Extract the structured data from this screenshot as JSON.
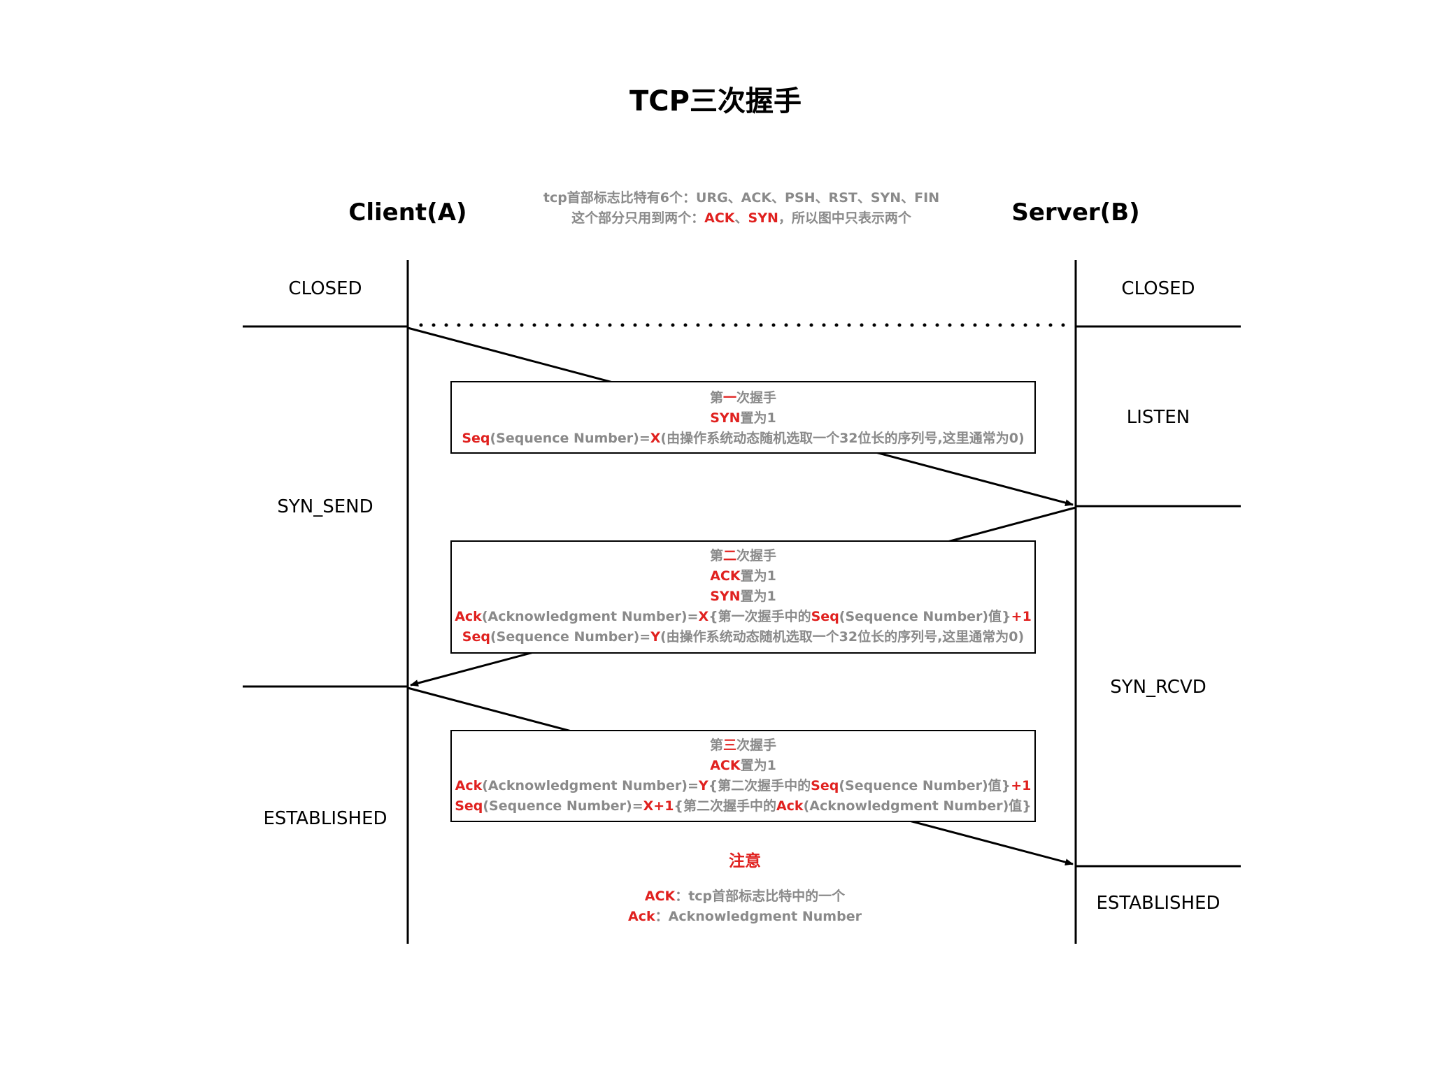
{
  "title": "TCP三次握手",
  "client": {
    "label": "Client(A)"
  },
  "server": {
    "label": "Server(B)"
  },
  "flags_note": {
    "line1": "tcp首部标志比特有6个：URG、ACK、PSH、RST、SYN、FIN",
    "line2_prefix": "这个部分只用到两个：",
    "line2_ack": "ACK",
    "line2_sep": "、",
    "line2_syn": "SYN",
    "line2_suffix": "，所以图中只表示两个"
  },
  "client_states": {
    "closed": "CLOSED",
    "syn_send": "SYN_SEND",
    "established": "ESTABLISHED"
  },
  "server_states": {
    "closed": "CLOSED",
    "listen": "LISTEN",
    "syn_rcvd": "SYN_RCVD",
    "established": "ESTABLISHED"
  },
  "handshake1": {
    "title_a": "第",
    "title_b": "一",
    "title_c": "次握手",
    "l1_a": "SYN",
    "l1_b": "置为1",
    "l2_a": "Seq",
    "l2_b": "(Sequence Number)=",
    "l2_c": "X",
    "l2_d": "(由操作系统动态随机选取一个32位长的序列号,这里通常为0)"
  },
  "handshake2": {
    "title_a": "第",
    "title_b": "二",
    "title_c": "次握手",
    "l1_a": "ACK",
    "l1_b": "置为1",
    "l2_a": "SYN",
    "l2_b": "置为1",
    "l3_a": "Ack",
    "l3_b": "(Acknowledgment Number)=",
    "l3_c": "X",
    "l3_d": "{第一次握手中的",
    "l3_e": "Seq",
    "l3_f": "(Sequence Number)值}",
    "l3_g": "+1",
    "l4_a": "Seq",
    "l4_b": "(Sequence Number)=",
    "l4_c": "Y",
    "l4_d": "(由操作系统动态随机选取一个32位长的序列号,这里通常为0)"
  },
  "handshake3": {
    "title_a": "第",
    "title_b": "三",
    "title_c": "次握手",
    "l1_a": "ACK",
    "l1_b": "置为1",
    "l2_a": "Ack",
    "l2_b": "(Acknowledgment Number)=",
    "l2_c": "Y",
    "l2_d": "{第二次握手中的",
    "l2_e": "Seq",
    "l2_f": "(Sequence Number)值}",
    "l2_g": "+1",
    "l3_a": "Seq",
    "l3_b": "(Sequence Number)=",
    "l3_c": "X+1",
    "l3_d": "{第二次握手中的",
    "l3_e": "Ack",
    "l3_f": "(Acknowledgment Number)值}"
  },
  "notice": {
    "title": "注意",
    "l1_a": "ACK",
    "l1_b": "：tcp首部标志比特中的一个",
    "l2_a": "Ack",
    "l2_b": "：Acknowledgment Number"
  },
  "colors": {
    "accent_red": "#e0211f",
    "note_gray": "#8a8a8a",
    "line": "#000000"
  }
}
